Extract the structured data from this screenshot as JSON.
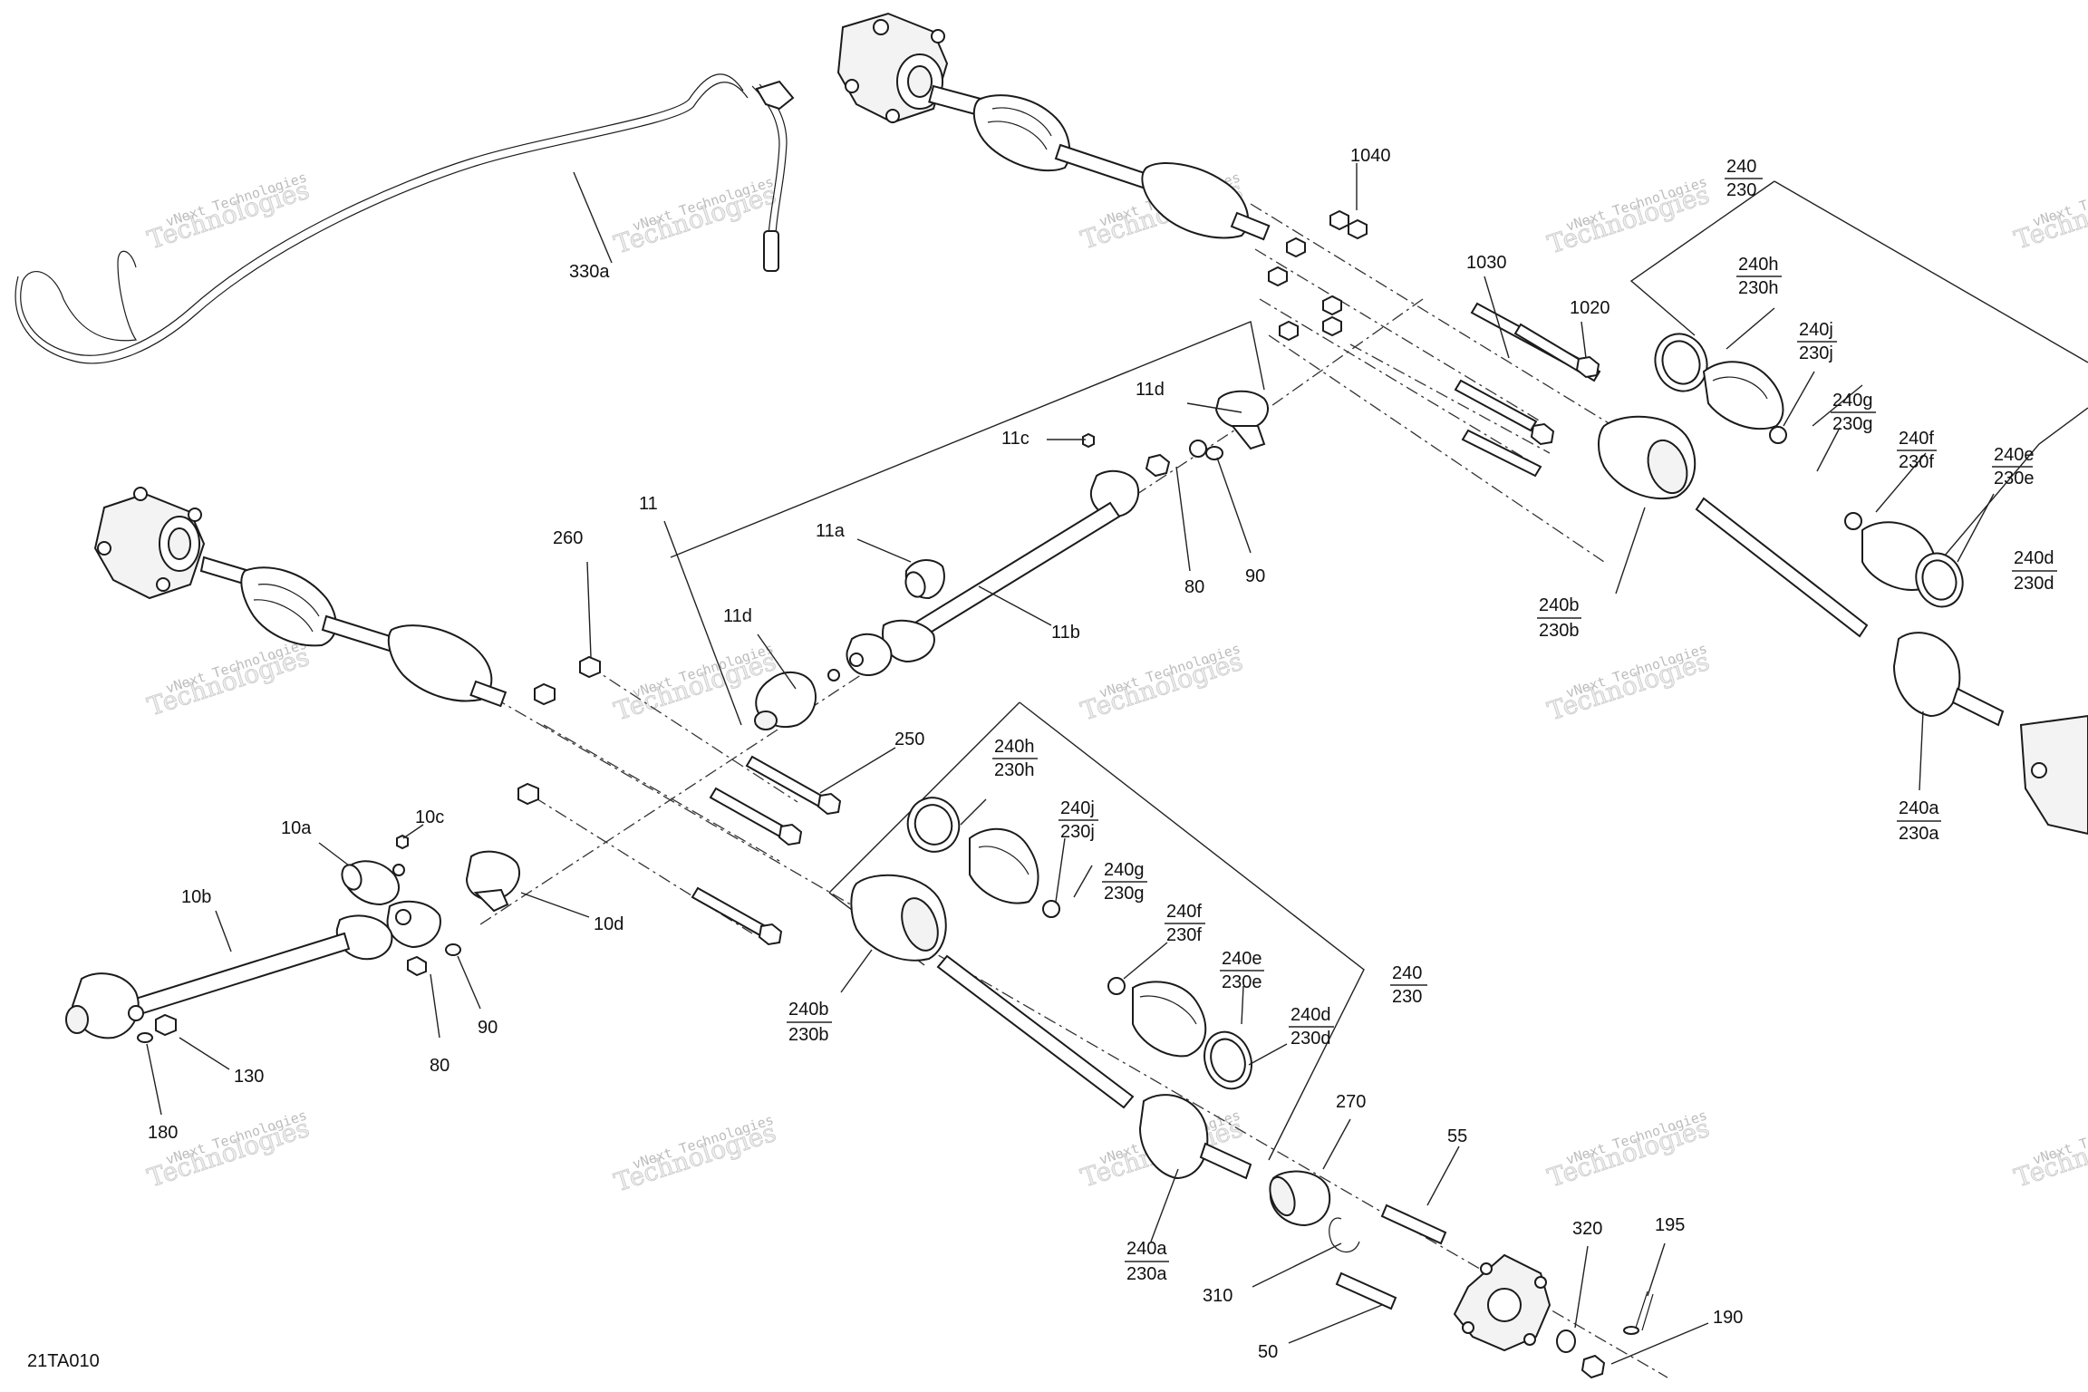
{
  "diagram": {
    "code": "21TA010",
    "watermark": {
      "line1": "vNext Technologies",
      "line2": "Technologies"
    },
    "callouts": {
      "c330a": "330a",
      "c1040": "1040",
      "c1030": "1030",
      "c1020": "1020",
      "c240_top": "240",
      "c230_top": "230",
      "c240h_top": "240h",
      "c230h_top": "230h",
      "c240j_top": "240j",
      "c230j_top": "230j",
      "c240g_top": "240g",
      "c230g_top": "230g",
      "c240f_top": "240f",
      "c230f_top": "230f",
      "c240e_top": "240e",
      "c230e_top": "230e",
      "c240d_top": "240d",
      "c230d_top": "230d",
      "c240b_top": "240b",
      "c230b_top": "230b",
      "c240a_top": "240a",
      "c230a_top": "230a",
      "c11d_top": "11d",
      "c11c": "11c",
      "c80_top": "80",
      "c90_top": "90",
      "c11": "11",
      "c11a": "11a",
      "c11b": "11b",
      "c11d_mid": "11d",
      "c260": "260",
      "c250": "250",
      "c10a": "10a",
      "c10c": "10c",
      "c10b": "10b",
      "c10d": "10d",
      "c80_bot": "80",
      "c90_bot": "90",
      "c130": "130",
      "c180": "180",
      "c240h_bot": "240h",
      "c230h_bot": "230h",
      "c240j_bot": "240j",
      "c230j_bot": "230j",
      "c240g_bot": "240g",
      "c230g_bot": "230g",
      "c240f_bot": "240f",
      "c230f_bot": "230f",
      "c240e_bot": "240e",
      "c230e_bot": "230e",
      "c240d_bot": "240d",
      "c230d_bot": "230d",
      "c240_bot": "240",
      "c230_bot": "230",
      "c240b_bot": "240b",
      "c230b_bot": "230b",
      "c240a_bot": "240a",
      "c230a_bot": "230a",
      "c270": "270",
      "c55": "55",
      "c310": "310",
      "c50": "50",
      "c320": "320",
      "c195": "195",
      "c190": "190"
    }
  }
}
